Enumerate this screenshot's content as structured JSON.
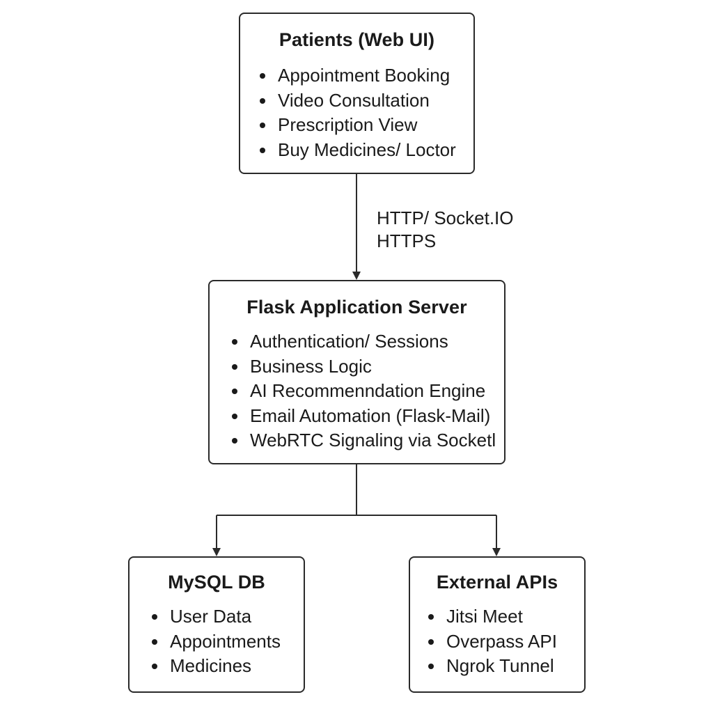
{
  "patients": {
    "title": "Patients (Web UI)",
    "items": [
      "Appointment Booking",
      "Video Consultation",
      "Prescription View",
      "Buy Medicines/ Loctor"
    ]
  },
  "connection": {
    "line1": "HTTP/ Socket.IO",
    "line2": "HTTPS"
  },
  "server": {
    "title": "Flask Application Server",
    "items": [
      "Authentication/ Sessions",
      "Business Logic",
      "AI Recommenndation Engine",
      "Email Automation (Flask-Mail)",
      "WebRTC Signaling via Socketl"
    ]
  },
  "mysql": {
    "title": "MySQL DB",
    "items": [
      "User Data",
      "Appointments",
      "Medicines"
    ]
  },
  "external": {
    "title": "External APIs",
    "items": [
      "Jitsi Meet",
      "Overpass API",
      "Ngrok Tunnel"
    ]
  },
  "colors": {
    "stroke": "#2a2a2a",
    "text": "#1a1a1a",
    "background": "#ffffff"
  }
}
